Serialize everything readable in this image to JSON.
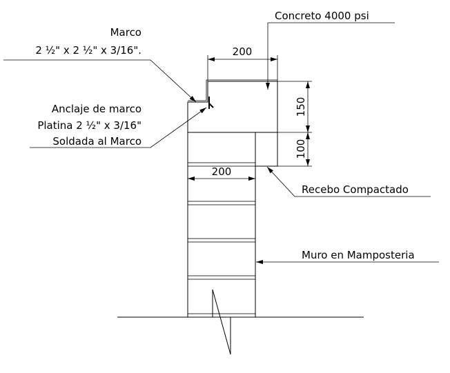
{
  "labels": {
    "concreto": "Concreto 4000 psi",
    "marco_title": "Marco",
    "marco_size": "2 ½\" x 2 ½\" x 3/16\".",
    "anclaje_1": "Anclaje de marco",
    "anclaje_2": "Platina 2 ½\" x 3/16\"",
    "anclaje_3": "Soldada al Marco",
    "recebo": "Recebo Compactado",
    "muro": "Muro en Mamposteria"
  },
  "dimensions": {
    "slab_width": "200",
    "slab_height": "150",
    "recebo_height": "100",
    "wall_width": "200"
  }
}
